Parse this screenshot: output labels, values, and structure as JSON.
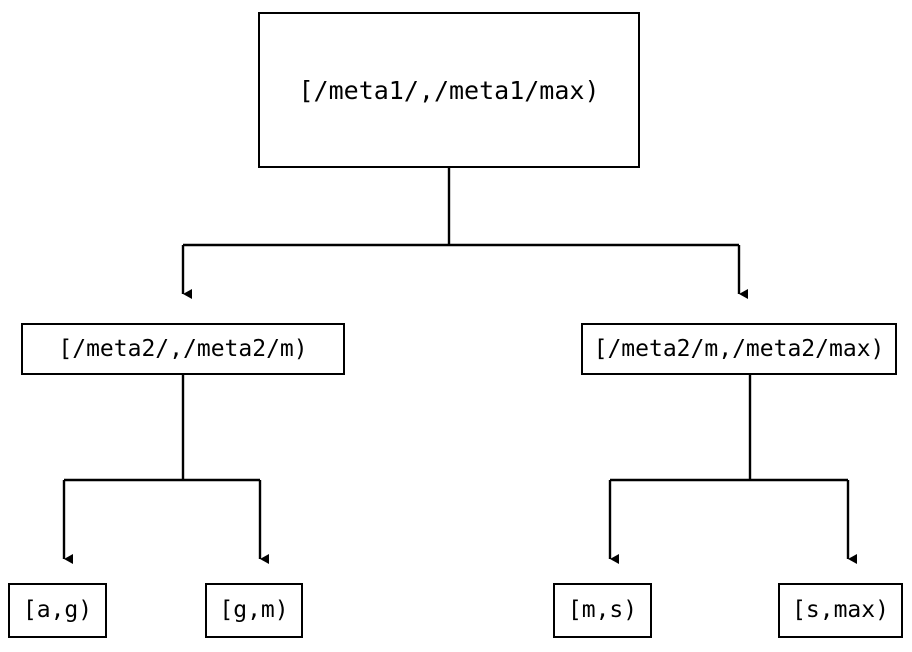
{
  "diagram": {
    "type": "binary-range-partition-tree",
    "background_color": "#ffffff",
    "stroke_color": "#000000",
    "text_color": "#000000",
    "nodes": {
      "root": {
        "label": "[/meta1/,/meta1/max)"
      },
      "meta2_low": {
        "label": "[/meta2/,/meta2/m)"
      },
      "meta2_high": {
        "label": "[/meta2/m,/meta2/max)"
      },
      "leaf_ag": {
        "label": "[a,g)"
      },
      "leaf_gm": {
        "label": "[g,m)"
      },
      "leaf_ms": {
        "label": "[m,s)"
      },
      "leaf_smax": {
        "label": "[s,max)"
      }
    },
    "edges": [
      {
        "from": "root",
        "to": "meta2_low",
        "arrow": "down-triangle"
      },
      {
        "from": "root",
        "to": "meta2_high",
        "arrow": "down-triangle"
      },
      {
        "from": "meta2_low",
        "to": "leaf_ag",
        "arrow": "down-triangle"
      },
      {
        "from": "meta2_low",
        "to": "leaf_gm",
        "arrow": "down-triangle"
      },
      {
        "from": "meta2_high",
        "to": "leaf_ms",
        "arrow": "down-triangle"
      },
      {
        "from": "meta2_high",
        "to": "leaf_smax",
        "arrow": "down-triangle"
      }
    ]
  }
}
